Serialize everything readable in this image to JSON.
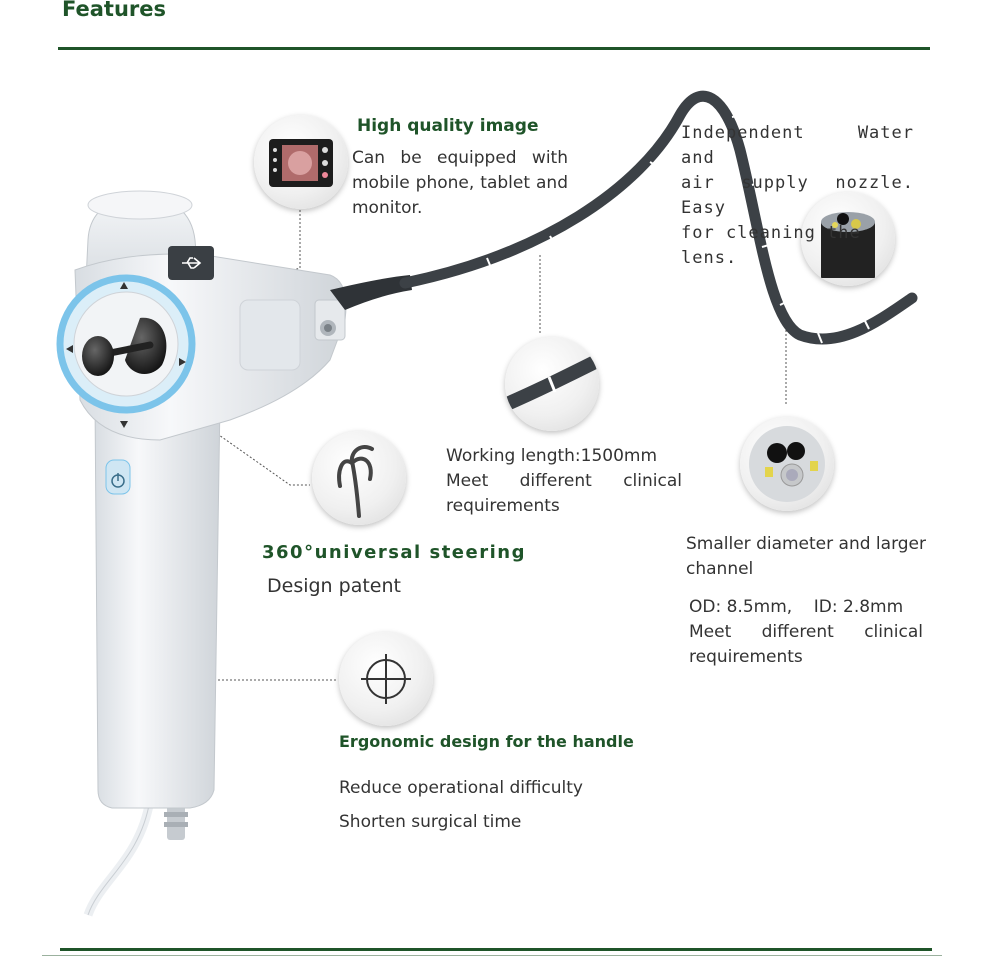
{
  "header": {
    "title": "Features"
  },
  "features": {
    "image": {
      "title": "High quality image",
      "lines": [
        "Can be equipped with",
        "mobile phone, tablet and",
        "monitor."
      ]
    },
    "nozzle": {
      "lines": [
        "Independent Water and",
        "air supply nozzle. Easy",
        "for cleaning the lens."
      ]
    },
    "length": {
      "lines": [
        "Working length:1500mm",
        "Meet different clinical",
        "requirements"
      ]
    },
    "steering": {
      "title": "360°universal steering",
      "subtitle": "Design patent"
    },
    "diameter": {
      "lines": [
        "Smaller diameter and larger",
        "channel"
      ],
      "spec_lines": [
        "OD: 8.5mm,    ID: 2.8mm",
        "Meet different clinical",
        "requirements"
      ]
    },
    "handle": {
      "title": "Ergonomic design for the handle",
      "lines": [
        "Reduce operational difficulty",
        "Shorten surgical time"
      ]
    }
  },
  "colors": {
    "accent": "#1f5429",
    "text": "#333333",
    "ring": "#7cc4ea"
  },
  "icons": [
    "usb-icon",
    "power-icon",
    "crosshair-icon",
    "steering-tip-icon",
    "lens-icon"
  ]
}
